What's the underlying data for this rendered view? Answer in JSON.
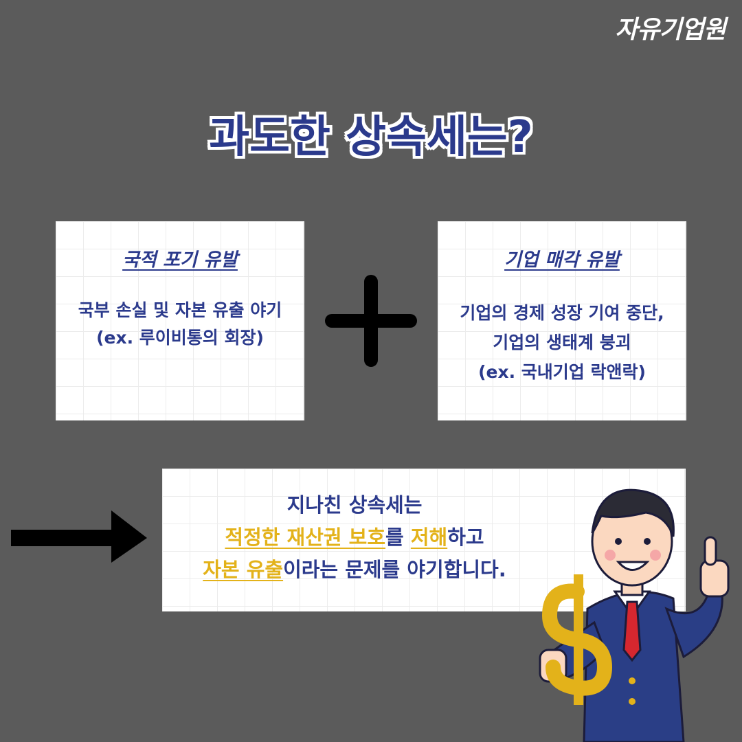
{
  "brand": {
    "logo_text": "자유기업원"
  },
  "headline": "과도한 상속세는?",
  "left_card": {
    "title": "국적 포기 유발",
    "lines": [
      "국부 손실 및 자본 유출 야기",
      "(ex. 루이비통의 회장)"
    ]
  },
  "right_card": {
    "title": "기업 매각 유발",
    "lines": [
      "기업의 경제 성장 기여 중단,",
      "기업의 생태계 붕괴",
      "(ex. 국내기업 락앤락)"
    ]
  },
  "conclusion": {
    "line1": "지나친 상속세는",
    "line2_hl1": "적정한 재산권 보호",
    "line2_t1": "를 ",
    "line2_hl2": "저해",
    "line2_t2": "하고",
    "line3_hl1": "자본 유출",
    "line3_t1": "이라는 문제를 야기합니다."
  },
  "icons": [
    "plus-icon",
    "arrow-right-icon",
    "businessman-thumbs-up-icon",
    "dollar-sign-icon"
  ],
  "colors": {
    "background": "#5b5b5b",
    "navy": "#2b3a8c",
    "highlight": "#e3b21a",
    "card": "#ffffff"
  }
}
